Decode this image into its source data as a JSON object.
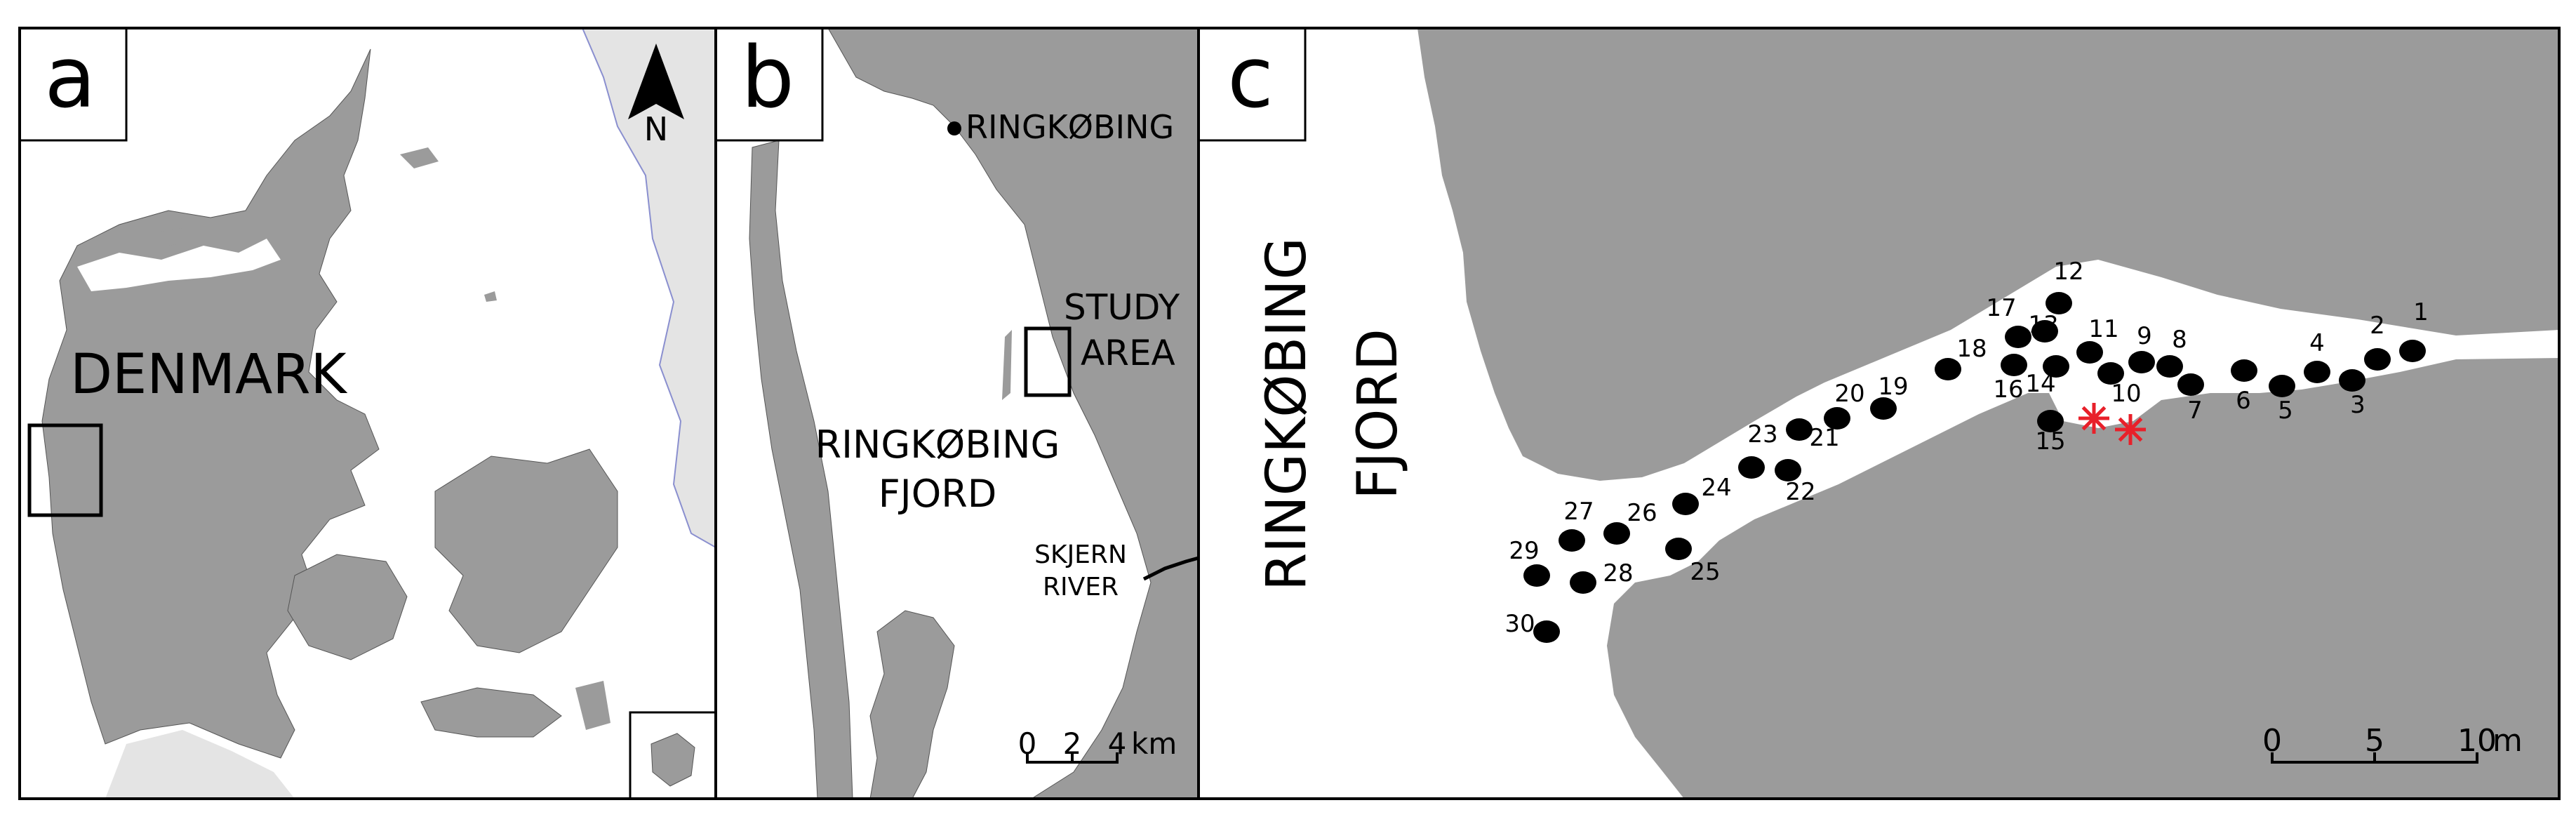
{
  "panels": {
    "a": {
      "letter": "a",
      "country_label": "DENMARK",
      "north_label": "N"
    },
    "b": {
      "letter": "b",
      "town_label": "RINGKØBING",
      "study_area_line1": "STUDY",
      "study_area_line2": "AREA",
      "fjord_line1": "RINGKØBING",
      "fjord_line2": "FJORD",
      "river_line1": "SKJERN",
      "river_line2": "RIVER",
      "scale_ticks": [
        "0",
        "2",
        "4"
      ],
      "scale_unit": "km"
    },
    "c": {
      "letter": "c",
      "fjord_line1": "RINGKØBING",
      "fjord_line2": "FJORD",
      "scale_ticks": [
        "0",
        "5",
        "10"
      ],
      "scale_unit": "m",
      "sites": [
        {
          "id": "1"
        },
        {
          "id": "2"
        },
        {
          "id": "3"
        },
        {
          "id": "4"
        },
        {
          "id": "5"
        },
        {
          "id": "6"
        },
        {
          "id": "7"
        },
        {
          "id": "8"
        },
        {
          "id": "9"
        },
        {
          "id": "10"
        },
        {
          "id": "11"
        },
        {
          "id": "12"
        },
        {
          "id": "13"
        },
        {
          "id": "14"
        },
        {
          "id": "15"
        },
        {
          "id": "16"
        },
        {
          "id": "17"
        },
        {
          "id": "18"
        },
        {
          "id": "19"
        },
        {
          "id": "20"
        },
        {
          "id": "21"
        },
        {
          "id": "22"
        },
        {
          "id": "23"
        },
        {
          "id": "24"
        },
        {
          "id": "25"
        },
        {
          "id": "26"
        },
        {
          "id": "27"
        },
        {
          "id": "28"
        },
        {
          "id": "29"
        },
        {
          "id": "30"
        }
      ],
      "star_count": 2
    }
  },
  "colors": {
    "land": "#9b9b9b",
    "water": "#ffffff",
    "outside": "#e4e4e4",
    "star": "#e8202a",
    "coast": "#8a8fcf"
  },
  "icons": [
    "north-arrow-icon",
    "town-dot-icon",
    "sample-site-dot-icon",
    "red-star-icon"
  ]
}
